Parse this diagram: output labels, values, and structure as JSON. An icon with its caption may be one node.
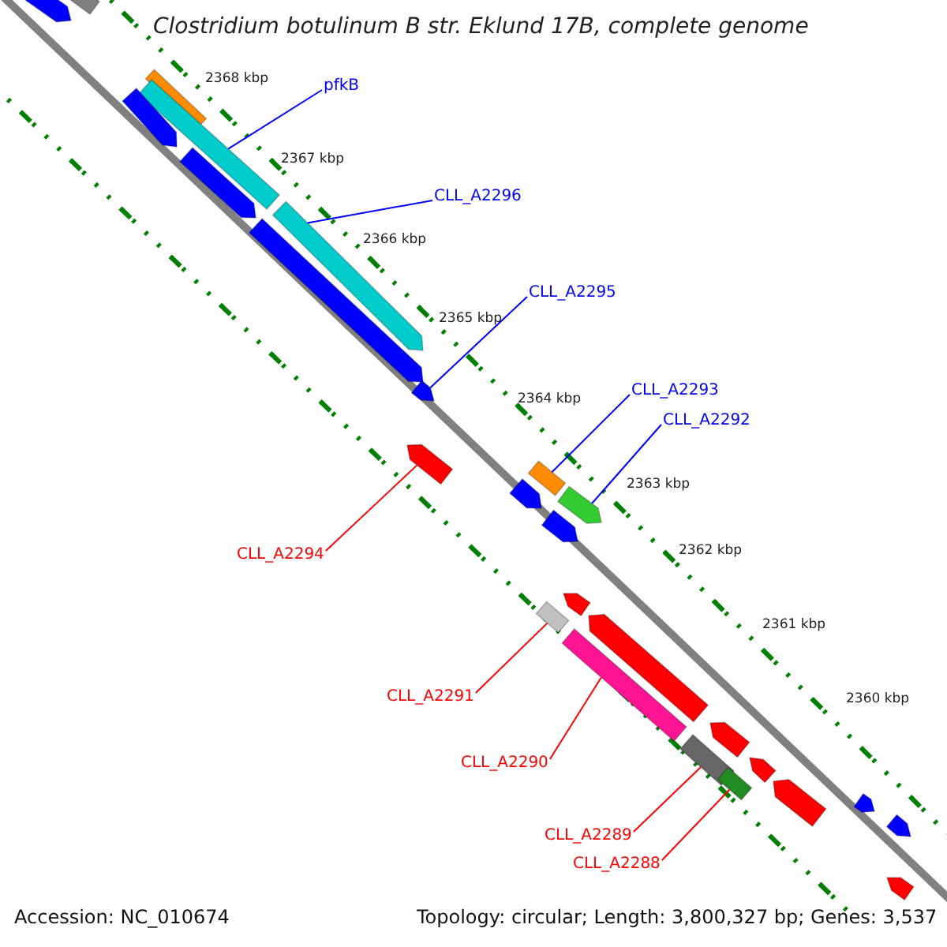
{
  "diagram": {
    "title": "Clostridium botulinum B str. Eklund 17B, complete genome",
    "nodes": [
      {
        "text": [
          "pfkB"
        ]
      },
      {
        "text": [
          "CLL_A2296"
        ]
      },
      {
        "text": [
          "CLL_A2295"
        ]
      },
      {
        "text": [
          "CLL_A2293"
        ]
      },
      {
        "text": [
          "CLL_A2292"
        ]
      },
      {
        "text": [
          "CLL_A2294"
        ]
      },
      {
        "text": [
          "CLL_A2291"
        ]
      },
      {
        "text": [
          "CLL_A2290"
        ]
      },
      {
        "text": [
          "CLL_A2289"
        ]
      },
      {
        "text": [
          "CLL_A2288"
        ]
      },
      {
        "text": [],
        "shape": "bar"
      },
      {
        "text": [],
        "shape": "bar"
      },
      {
        "text": [],
        "shape": "bar"
      },
      {
        "text": [],
        "shape": "bar"
      },
      {
        "text": [],
        "shape": "bar"
      },
      {
        "text": [],
        "shape": "bar"
      },
      {
        "text": [],
        "shape": "bar"
      },
      {
        "text": [],
        "shape": "bar"
      },
      {
        "text": [],
        "shape": "bar"
      },
      {
        "text": [],
        "shape": "bar"
      },
      {
        "text": [],
        "shape": "bar"
      },
      {
        "text": [],
        "shape": "bar"
      },
      {
        "text": [],
        "shape": "bar"
      },
      {
        "text": [],
        "shape": "bar"
      },
      {
        "text": [],
        "shape": "bar"
      },
      {
        "text": [],
        "shape": "bar"
      },
      {
        "text": [],
        "shape": "bar"
      },
      {
        "text": [],
        "shape": "bar"
      },
      {
        "text": [],
        "shape": "bar"
      },
      {
        "text": [],
        "shape": "bar"
      },
      {
        "text": [],
        "shape": "bar"
      },
      {
        "text": [],
        "shape": "bar"
      },
      {
        "text": [],
        "shape": "bar"
      },
      {
        "text": [],
        "shape": "bar"
      },
      {
        "text": [],
        "shape": "bar"
      },
      {
        "text": [],
        "shape": "bar"
      }
    ],
    "edges": [
      {
        "from": 0,
        "to": 13,
        "arrow": "none"
      },
      {
        "from": 1,
        "to": 16,
        "arrow": "none"
      },
      {
        "from": 2,
        "to": 18,
        "arrow": "none"
      },
      {
        "from": 3,
        "to": 21,
        "arrow": "none"
      },
      {
        "from": 4,
        "to": 22,
        "arrow": "none"
      },
      {
        "from": 5,
        "to": 19,
        "arrow": "none",
        "color": "#ff0000"
      },
      {
        "from": 6,
        "to": 25,
        "arrow": "none",
        "color": "#ff0000"
      },
      {
        "from": 7,
        "to": 27,
        "arrow": "none",
        "color": "#ff0000"
      },
      {
        "from": 8,
        "to": 28,
        "arrow": "none",
        "color": "#ff0000"
      },
      {
        "from": 9,
        "to": 30,
        "arrow": "none",
        "color": "#ff0000"
      }
    ],
    "labels": [
      "2368 kbp",
      "2367 kbp",
      "2366 kbp",
      "2365 kbp",
      "2364 kbp",
      "2363 kbp",
      "2362 kbp",
      "2361 kbp",
      "2360 kbp",
      "Accession: NC_010674",
      "Topology: circular; Length: 3,800,327 bp; Genes: 3,537"
    ]
  }
}
